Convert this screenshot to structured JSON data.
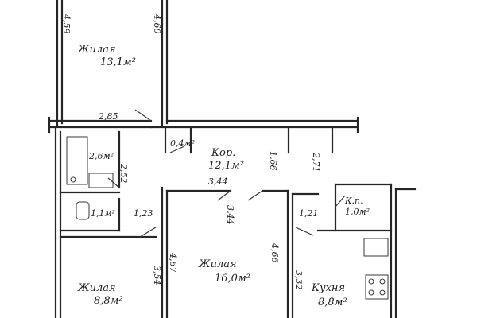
{
  "colors": {
    "ink": "#262626",
    "paper": "#ffffff"
  },
  "rooms": {
    "top_room": {
      "name": "Жилая",
      "area": "13,1м²"
    },
    "corridor": {
      "name": "Кор.",
      "area": "12,1м²"
    },
    "bath": {
      "area": "2,6м²"
    },
    "toilet": {
      "area": "1,1м²"
    },
    "closet_small": {
      "area": "0,4м²"
    },
    "pantry": {
      "name": "К.п.",
      "area": "1,0м²"
    },
    "living_center": {
      "name": "Жилая",
      "area": "16,0м²"
    },
    "living_left": {
      "name": "Жилая",
      "area": "8,8м²"
    },
    "kitchen": {
      "name": "Кухня",
      "area": "8,8м²"
    }
  },
  "dimensions": {
    "top_left_wall": "4,59",
    "top_right_wall": "4,60",
    "top_room_width": "2,85",
    "bath_side": "2,52",
    "corridor_lower_a": "3,44",
    "corridor_lower_b": "3,44",
    "corridor_right": "1,66",
    "kitchen_entry": "2,71",
    "left_door": "1,23",
    "right_door": "1,21",
    "living_left_side": "3,54",
    "living_center_left": "4,67",
    "living_center_right": "4,66",
    "kitchen_left": "3,32"
  }
}
